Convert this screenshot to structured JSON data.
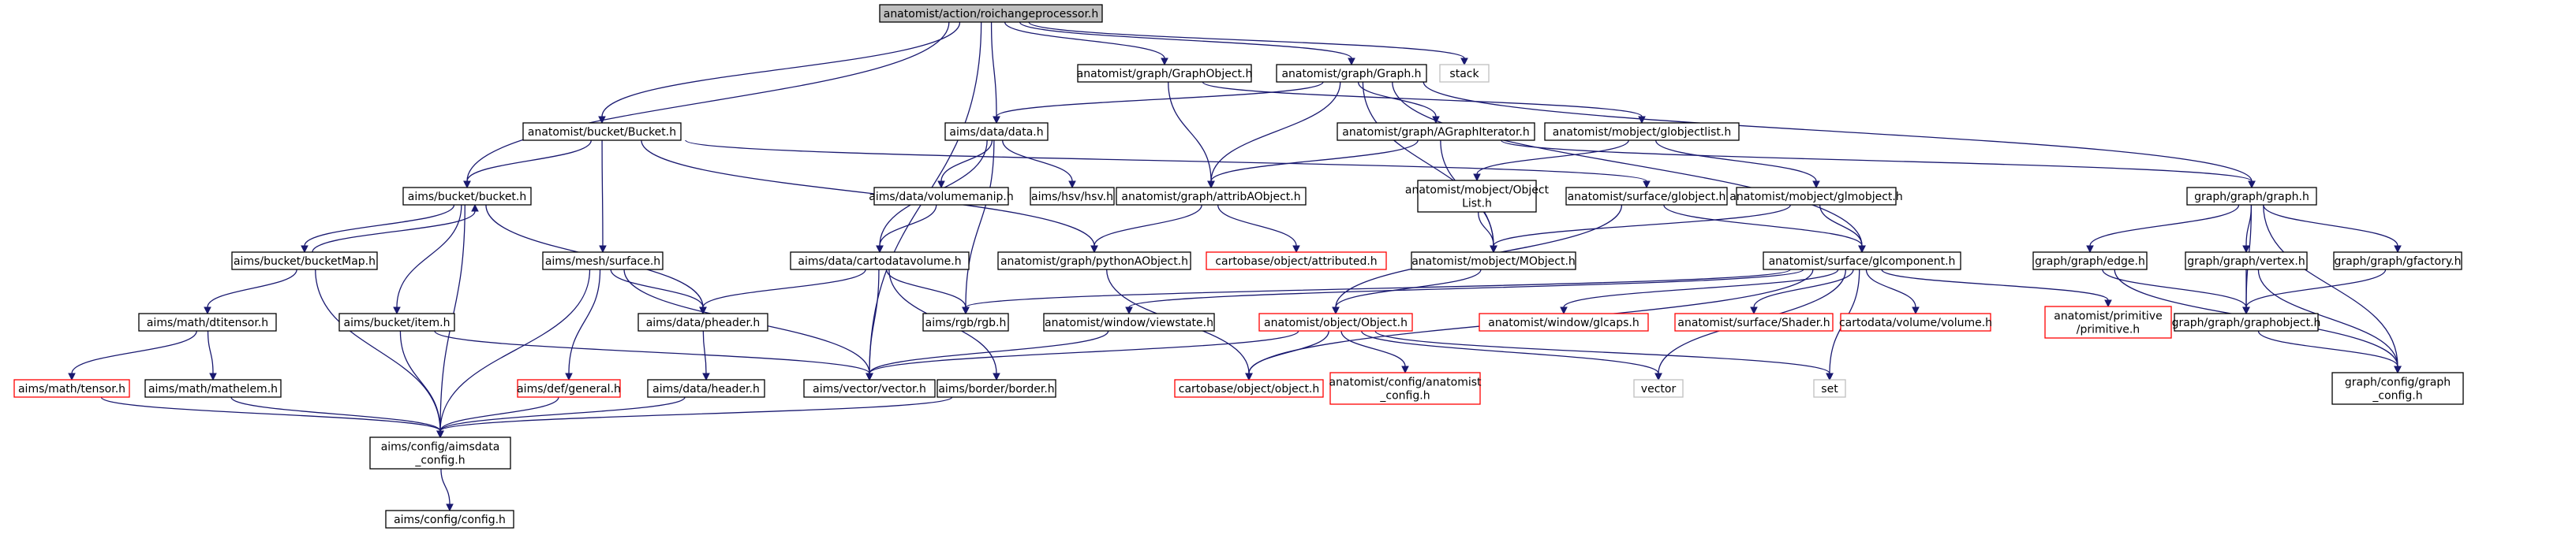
{
  "diagram": {
    "title": "",
    "nodes": [
      {
        "id": "n0",
        "label": [
          "anatomist/action/roichangeprocessor.h"
        ],
        "kind": "root"
      },
      {
        "id": "n1",
        "label": [
          "anatomist/graph/GraphObject.h"
        ],
        "kind": "normal"
      },
      {
        "id": "n2",
        "label": [
          "anatomist/graph/Graph.h"
        ],
        "kind": "normal"
      },
      {
        "id": "n3",
        "label": [
          "stack"
        ],
        "kind": "external"
      },
      {
        "id": "n4",
        "label": [
          "anatomist/bucket/Bucket.h"
        ],
        "kind": "normal"
      },
      {
        "id": "n5",
        "label": [
          "aims/data/data.h"
        ],
        "kind": "normal"
      },
      {
        "id": "n6",
        "label": [
          "anatomist/graph/AGraphIterator.h"
        ],
        "kind": "normal"
      },
      {
        "id": "n7",
        "label": [
          "anatomist/mobject/globjectlist.h"
        ],
        "kind": "normal"
      },
      {
        "id": "n8",
        "label": [
          "aims/bucket/bucket.h"
        ],
        "kind": "normal"
      },
      {
        "id": "n9",
        "label": [
          "aims/data/volumemanip.h"
        ],
        "kind": "normal"
      },
      {
        "id": "n10",
        "label": [
          "aims/hsv/hsv.h"
        ],
        "kind": "normal"
      },
      {
        "id": "n11",
        "label": [
          "anatomist/graph/attribAObject.h"
        ],
        "kind": "normal"
      },
      {
        "id": "n12",
        "label": [
          "anatomist/mobject/Object",
          "List.h"
        ],
        "kind": "normal"
      },
      {
        "id": "n13",
        "label": [
          "anatomist/surface/globject.h"
        ],
        "kind": "normal"
      },
      {
        "id": "n14",
        "label": [
          "anatomist/mobject/glmobject.h"
        ],
        "kind": "normal"
      },
      {
        "id": "n15",
        "label": [
          "graph/graph/graph.h"
        ],
        "kind": "normal"
      },
      {
        "id": "n16",
        "label": [
          "aims/bucket/bucketMap.h"
        ],
        "kind": "normal"
      },
      {
        "id": "n17",
        "label": [
          "aims/mesh/surface.h"
        ],
        "kind": "normal"
      },
      {
        "id": "n18",
        "label": [
          "aims/data/cartodatavolume.h"
        ],
        "kind": "normal"
      },
      {
        "id": "n19",
        "label": [
          "anatomist/graph/pythonAObject.h"
        ],
        "kind": "normal"
      },
      {
        "id": "n20",
        "label": [
          "cartobase/object/attributed.h"
        ],
        "kind": "missing"
      },
      {
        "id": "n21",
        "label": [
          "anatomist/mobject/MObject.h"
        ],
        "kind": "normal"
      },
      {
        "id": "n22",
        "label": [
          "anatomist/surface/glcomponent.h"
        ],
        "kind": "normal"
      },
      {
        "id": "n23",
        "label": [
          "graph/graph/edge.h"
        ],
        "kind": "normal"
      },
      {
        "id": "n24",
        "label": [
          "graph/graph/vertex.h"
        ],
        "kind": "normal"
      },
      {
        "id": "n25",
        "label": [
          "graph/graph/gfactory.h"
        ],
        "kind": "normal"
      },
      {
        "id": "n26",
        "label": [
          "aims/math/dtitensor.h"
        ],
        "kind": "normal"
      },
      {
        "id": "n27",
        "label": [
          "aims/bucket/item.h"
        ],
        "kind": "normal"
      },
      {
        "id": "n28",
        "label": [
          "aims/data/pheader.h"
        ],
        "kind": "normal"
      },
      {
        "id": "n29",
        "label": [
          "aims/rgb/rgb.h"
        ],
        "kind": "normal"
      },
      {
        "id": "n30",
        "label": [
          "anatomist/window/viewstate.h"
        ],
        "kind": "normal"
      },
      {
        "id": "n31",
        "label": [
          "anatomist/object/Object.h"
        ],
        "kind": "missing"
      },
      {
        "id": "n32",
        "label": [
          "anatomist/window/glcaps.h"
        ],
        "kind": "missing"
      },
      {
        "id": "n33",
        "label": [
          "anatomist/surface/Shader.h"
        ],
        "kind": "missing"
      },
      {
        "id": "n34",
        "label": [
          "cartodata/volume/volume.h"
        ],
        "kind": "missing"
      },
      {
        "id": "n35",
        "label": [
          "anatomist/primitive",
          "/primitive.h"
        ],
        "kind": "missing"
      },
      {
        "id": "n36",
        "label": [
          "graph/graph/graphobject.h"
        ],
        "kind": "normal"
      },
      {
        "id": "n37",
        "label": [
          "aims/math/tensor.h"
        ],
        "kind": "missing"
      },
      {
        "id": "n38",
        "label": [
          "aims/math/mathelem.h"
        ],
        "kind": "normal"
      },
      {
        "id": "n39",
        "label": [
          "aims/def/general.h"
        ],
        "kind": "missing"
      },
      {
        "id": "n40",
        "label": [
          "aims/data/header.h"
        ],
        "kind": "normal"
      },
      {
        "id": "n41",
        "label": [
          "aims/vector/vector.h"
        ],
        "kind": "normal"
      },
      {
        "id": "n42",
        "label": [
          "aims/border/border.h"
        ],
        "kind": "normal"
      },
      {
        "id": "n43",
        "label": [
          "cartobase/object/object.h"
        ],
        "kind": "missing"
      },
      {
        "id": "n44",
        "label": [
          "anatomist/config/anatomist",
          "_config.h"
        ],
        "kind": "missing"
      },
      {
        "id": "n45",
        "label": [
          "vector"
        ],
        "kind": "external"
      },
      {
        "id": "n46",
        "label": [
          "set"
        ],
        "kind": "external"
      },
      {
        "id": "n47",
        "label": [
          "graph/config/graph",
          "_config.h"
        ],
        "kind": "normal"
      },
      {
        "id": "n48",
        "label": [
          "aims/config/aimsdata",
          "_config.h"
        ],
        "kind": "normal"
      },
      {
        "id": "n49",
        "label": [
          "aims/config/config.h"
        ],
        "kind": "normal"
      }
    ],
    "edges": [
      [
        "n0",
        "n1"
      ],
      [
        "n0",
        "n2"
      ],
      [
        "n0",
        "n3"
      ],
      [
        "n0",
        "n4"
      ],
      [
        "n0",
        "n5"
      ],
      [
        "n0",
        "n8"
      ],
      [
        "n0",
        "n41"
      ],
      [
        "n1",
        "n11"
      ],
      [
        "n1",
        "n7"
      ],
      [
        "n2",
        "n5"
      ],
      [
        "n2",
        "n6"
      ],
      [
        "n2",
        "n11"
      ],
      [
        "n2",
        "n21"
      ],
      [
        "n2",
        "n22"
      ],
      [
        "n2",
        "n15"
      ],
      [
        "n4",
        "n8"
      ],
      [
        "n4",
        "n17"
      ],
      [
        "n4",
        "n19"
      ],
      [
        "n4",
        "n13"
      ],
      [
        "n5",
        "n9"
      ],
      [
        "n5",
        "n10"
      ],
      [
        "n5",
        "n18"
      ],
      [
        "n5",
        "n29"
      ],
      [
        "n6",
        "n11"
      ],
      [
        "n6",
        "n21"
      ],
      [
        "n6",
        "n15"
      ],
      [
        "n7",
        "n12"
      ],
      [
        "n7",
        "n14"
      ],
      [
        "n8",
        "n16"
      ],
      [
        "n8",
        "n27"
      ],
      [
        "n8",
        "n28"
      ],
      [
        "n8",
        "n48"
      ],
      [
        "n16",
        "n8"
      ],
      [
        "n16",
        "n26"
      ],
      [
        "n16",
        "n48"
      ],
      [
        "n9",
        "n18"
      ],
      [
        "n11",
        "n19"
      ],
      [
        "n11",
        "n20"
      ],
      [
        "n12",
        "n21"
      ],
      [
        "n13",
        "n22"
      ],
      [
        "n13",
        "n31"
      ],
      [
        "n14",
        "n21"
      ],
      [
        "n14",
        "n22"
      ],
      [
        "n15",
        "n23"
      ],
      [
        "n15",
        "n24"
      ],
      [
        "n15",
        "n25"
      ],
      [
        "n15",
        "n36"
      ],
      [
        "n15",
        "n47"
      ],
      [
        "n17",
        "n28"
      ],
      [
        "n17",
        "n39"
      ],
      [
        "n17",
        "n41"
      ],
      [
        "n17",
        "n48"
      ],
      [
        "n18",
        "n28"
      ],
      [
        "n18",
        "n29"
      ],
      [
        "n18",
        "n41"
      ],
      [
        "n18",
        "n42"
      ],
      [
        "n19",
        "n43"
      ],
      [
        "n21",
        "n31"
      ],
      [
        "n22",
        "n29"
      ],
      [
        "n22",
        "n30"
      ],
      [
        "n22",
        "n32"
      ],
      [
        "n22",
        "n33"
      ],
      [
        "n22",
        "n34"
      ],
      [
        "n22",
        "n35"
      ],
      [
        "n22",
        "n43"
      ],
      [
        "n22",
        "n45"
      ],
      [
        "n22",
        "n46"
      ],
      [
        "n23",
        "n36"
      ],
      [
        "n23",
        "n47"
      ],
      [
        "n24",
        "n36"
      ],
      [
        "n24",
        "n47"
      ],
      [
        "n25",
        "n36"
      ],
      [
        "n26",
        "n37"
      ],
      [
        "n26",
        "n38"
      ],
      [
        "n27",
        "n41"
      ],
      [
        "n27",
        "n48"
      ],
      [
        "n28",
        "n40"
      ],
      [
        "n30",
        "n41"
      ],
      [
        "n31",
        "n41"
      ],
      [
        "n31",
        "n43"
      ],
      [
        "n31",
        "n44"
      ],
      [
        "n31",
        "n45"
      ],
      [
        "n31",
        "n46"
      ],
      [
        "n36",
        "n47"
      ],
      [
        "n37",
        "n48"
      ],
      [
        "n38",
        "n48"
      ],
      [
        "n39",
        "n48"
      ],
      [
        "n40",
        "n48"
      ],
      [
        "n42",
        "n48"
      ],
      [
        "n48",
        "n49"
      ]
    ]
  }
}
